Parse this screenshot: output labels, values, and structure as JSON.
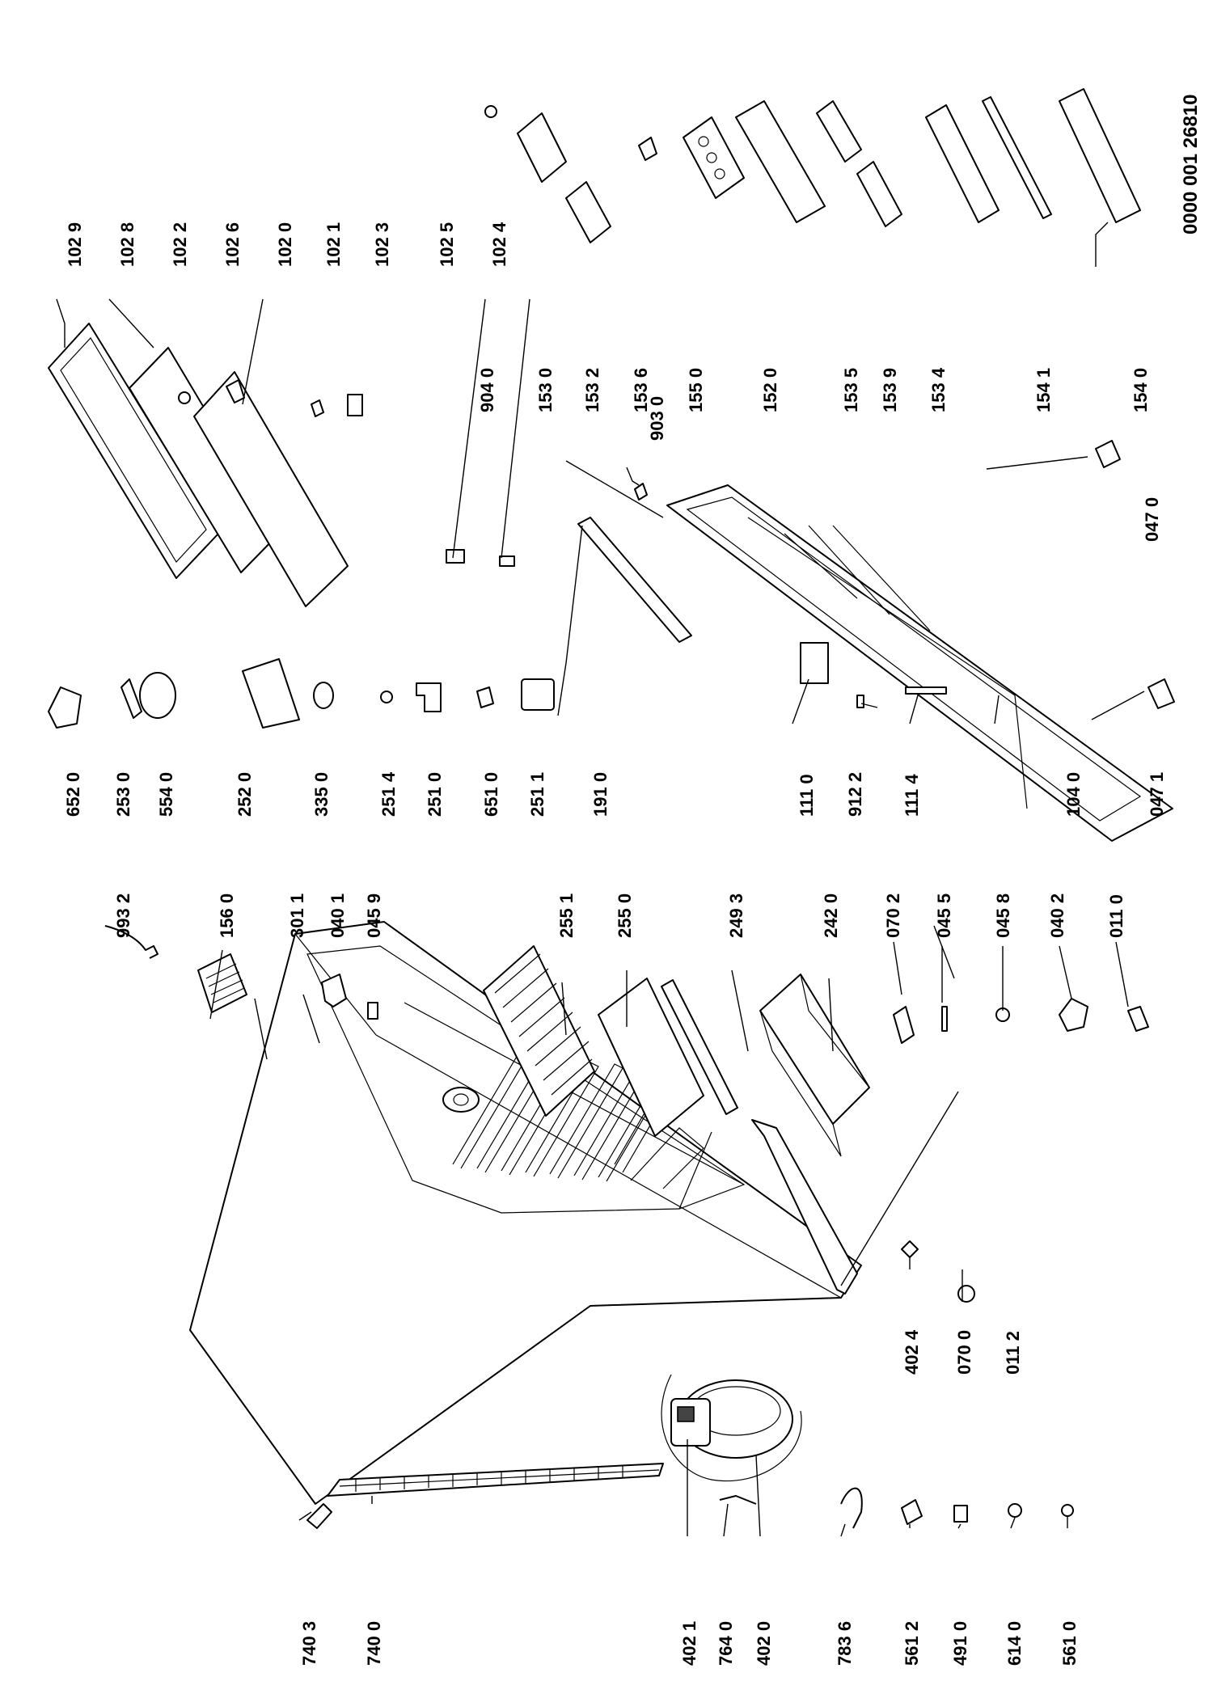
{
  "document_id": "0000 001 26810",
  "callouts": [
    {
      "label": "102 9"
    },
    {
      "label": "102 8"
    },
    {
      "label": "102 2"
    },
    {
      "label": "102 6"
    },
    {
      "label": "102 0"
    },
    {
      "label": "102 1"
    },
    {
      "label": "102 3"
    },
    {
      "label": "102 5"
    },
    {
      "label": "102 4"
    },
    {
      "label": "904 0"
    },
    {
      "label": "153 0"
    },
    {
      "label": "153 2"
    },
    {
      "label": "153 6"
    },
    {
      "label": "155 0"
    },
    {
      "label": "152 0"
    },
    {
      "label": "153 5"
    },
    {
      "label": "153 9"
    },
    {
      "label": "153 4"
    },
    {
      "label": "154 1"
    },
    {
      "label": "154 0"
    },
    {
      "label": "903 0"
    },
    {
      "label": "047 0"
    },
    {
      "label": "652 0"
    },
    {
      "label": "253 0"
    },
    {
      "label": "554 0"
    },
    {
      "label": "252 0"
    },
    {
      "label": "335 0"
    },
    {
      "label": "251 4"
    },
    {
      "label": "251 0"
    },
    {
      "label": "651 0"
    },
    {
      "label": "251 1"
    },
    {
      "label": "191 0"
    },
    {
      "label": "111 0"
    },
    {
      "label": "912 2"
    },
    {
      "label": "111 4"
    },
    {
      "label": "104 0"
    },
    {
      "label": "047 1"
    },
    {
      "label": "993 2"
    },
    {
      "label": "156 0"
    },
    {
      "label": "301  1"
    },
    {
      "label": "040 1"
    },
    {
      "label": "045 9"
    },
    {
      "label": "255 1"
    },
    {
      "label": "255 0"
    },
    {
      "label": "249 3"
    },
    {
      "label": "242 0"
    },
    {
      "label": "070 2"
    },
    {
      "label": "045 5"
    },
    {
      "label": "045 8"
    },
    {
      "label": "040 2"
    },
    {
      "label": "011 0"
    },
    {
      "label": "740 3"
    },
    {
      "label": "740 0"
    },
    {
      "label": "402 1"
    },
    {
      "label": "764 0"
    },
    {
      "label": "402 0"
    },
    {
      "label": "783 6"
    },
    {
      "label": "561 2"
    },
    {
      "label": "491 0"
    },
    {
      "label": "614 0"
    },
    {
      "label": "561 0"
    },
    {
      "label": "402 4"
    },
    {
      "label": "070 0"
    },
    {
      "label": "011 2"
    }
  ]
}
